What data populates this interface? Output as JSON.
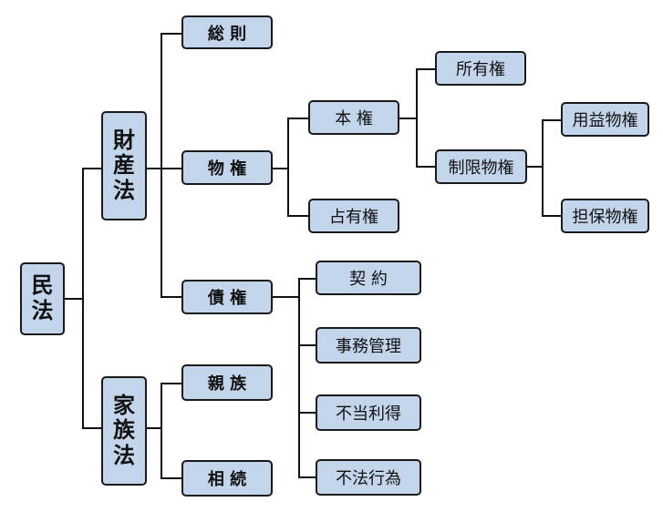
{
  "diagram": {
    "root": "民法",
    "property_law": "財産法",
    "family_law": "家族法",
    "general_provisions": "総 則",
    "real_rights": "物 権",
    "claims": "債 権",
    "full_right": "本 権",
    "possession": "占有権",
    "ownership": "所有権",
    "limited_real_rights": "制限物権",
    "usufructuary_rights": "用益物権",
    "security_rights": "担保物権",
    "contract": "契 約",
    "management_of_business": "事務管理",
    "unjust_enrichment": "不当利得",
    "tort": "不法行為",
    "relatives": "親 族",
    "inheritance": "相 続"
  },
  "colors": {
    "node_fill": "#c3d5ea",
    "node_border": "#1a1a1a",
    "line": "#111111"
  }
}
